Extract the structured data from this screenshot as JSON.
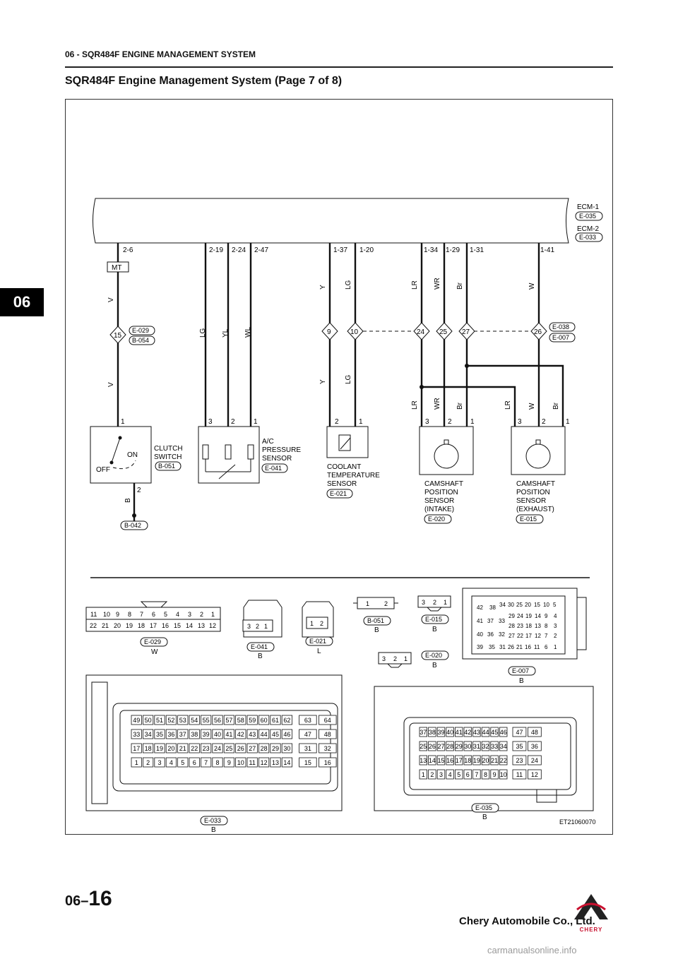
{
  "header": {
    "section": "06 - SQR484F ENGINE MANAGEMENT SYSTEM",
    "title": "SQR484F Engine Management System (Page 7 of 8)"
  },
  "side_tab": "06",
  "ecm": {
    "ecm1": "ECM-1",
    "ecm1_code": "E-035",
    "ecm2": "ECM-2",
    "ecm2_code": "E-033"
  },
  "pins": [
    "2-6",
    "2-19",
    "2-24",
    "2-47",
    "1-37",
    "1-20",
    "1-34",
    "1-29",
    "1-31",
    "1-41"
  ],
  "wires": {
    "v": "V",
    "lg": "LG",
    "yl": "YL",
    "wl": "WL",
    "y": "Y",
    "lr": "LR",
    "wr": "WR",
    "br": "Br",
    "w": "W",
    "b": "B"
  },
  "mt": "MT",
  "connectors": {
    "c15": "15",
    "c9": "9",
    "c10": "10",
    "c24": "24",
    "c25": "25",
    "c27": "27",
    "c26": "26",
    "e029": "E-029",
    "b054": "B-054",
    "e038": "E-038",
    "e007": "E-007"
  },
  "components": {
    "clutch": {
      "l1": "CLUTCH",
      "l2": "SWITCH",
      "code": "B-051",
      "on": "ON",
      "off": "OFF"
    },
    "ac": {
      "l1": "A/C",
      "l2": "PRESSURE",
      "l3": "SENSOR",
      "code": "E-041"
    },
    "coolant": {
      "l1": "COOLANT",
      "l2": "TEMPERATURE",
      "l3": "SENSOR",
      "code": "E-021"
    },
    "cam_in": {
      "l1": "CAMSHAFT",
      "l2": "POSITION",
      "l3": "SENSOR",
      "l4": "(INTAKE)",
      "code": "E-020"
    },
    "cam_ex": {
      "l1": "CAMSHAFT",
      "l2": "POSITION",
      "l3": "SENSOR",
      "l4": "(EXHAUST)",
      "code": "E-015"
    },
    "ground": "B-042"
  },
  "pin_nums": {
    "p1": "1",
    "p2": "2",
    "p3": "3"
  },
  "views": {
    "e029": {
      "code": "E-029",
      "color": "W",
      "top": [
        "11",
        "10",
        "9",
        "8",
        "7",
        "6",
        "5",
        "4",
        "3",
        "2",
        "1"
      ],
      "bottom": [
        "22",
        "21",
        "20",
        "19",
        "18",
        "17",
        "16",
        "15",
        "14",
        "13",
        "12"
      ]
    },
    "e041": {
      "code": "E-041",
      "color": "B",
      "pins": [
        "3",
        "2",
        "1"
      ]
    },
    "e021": {
      "code": "E-021",
      "color": "L",
      "pins": [
        "1",
        "2"
      ]
    },
    "b051": {
      "code": "B-051",
      "color": "B",
      "pins": [
        "1",
        "2"
      ]
    },
    "e015": {
      "code": "E-015",
      "color": "B",
      "pins": [
        "3",
        "2",
        "1"
      ]
    },
    "e020": {
      "code": "E-020",
      "color": "B",
      "pins": [
        "3",
        "2",
        "1"
      ]
    },
    "e007": {
      "code": "E-007",
      "color": "B",
      "left": [
        [
          "42",
          "38"
        ],
        [
          "41",
          "37",
          "33"
        ],
        [
          "40",
          "36",
          "32"
        ],
        [
          "39",
          "35"
        ]
      ],
      "right": [
        [
          "34",
          "30",
          "25",
          "20",
          "15",
          "10",
          "5"
        ],
        [
          "29",
          "24",
          "19",
          "14",
          "9",
          "4"
        ],
        [
          "28",
          "23",
          "18",
          "13",
          "8",
          "3"
        ],
        [
          "27",
          "22",
          "17",
          "12",
          "7",
          "2"
        ],
        [
          "31",
          "26",
          "21",
          "16",
          "11",
          "6",
          "1"
        ]
      ]
    },
    "e033": {
      "code": "E-033",
      "color": "B",
      "rows": [
        [
          "49",
          "50",
          "51",
          "52",
          "53",
          "54",
          "55",
          "56",
          "57",
          "58",
          "59",
          "60",
          "61",
          "62",
          "63",
          "64"
        ],
        [
          "33",
          "34",
          "35",
          "36",
          "37",
          "38",
          "39",
          "40",
          "41",
          "42",
          "43",
          "44",
          "45",
          "46",
          "47",
          "48"
        ],
        [
          "17",
          "18",
          "19",
          "20",
          "21",
          "22",
          "23",
          "24",
          "25",
          "26",
          "27",
          "28",
          "29",
          "30",
          "31",
          "32"
        ],
        [
          "1",
          "2",
          "3",
          "4",
          "5",
          "6",
          "7",
          "8",
          "9",
          "10",
          "11",
          "12",
          "13",
          "14",
          "15",
          "16"
        ]
      ]
    },
    "e035": {
      "code": "E-035",
      "color": "B",
      "rows": [
        [
          "37",
          "38",
          "39",
          "40",
          "41",
          "42",
          "43",
          "44",
          "45",
          "46",
          "47",
          "48"
        ],
        [
          "25",
          "26",
          "27",
          "28",
          "29",
          "30",
          "31",
          "32",
          "33",
          "34",
          "35",
          "36"
        ],
        [
          "13",
          "14",
          "15",
          "16",
          "17",
          "18",
          "19",
          "20",
          "21",
          "22",
          "23",
          "24"
        ],
        [
          "1",
          "2",
          "3",
          "4",
          "5",
          "6",
          "7",
          "8",
          "9",
          "10",
          "11",
          "12"
        ]
      ]
    }
  },
  "figure_id": "ET21060070",
  "footer": {
    "page_prefix": "06–",
    "page_num": "16",
    "company": "Chery Automobile Co., Ltd.",
    "logo_text": "CHERY",
    "watermark": "carmanualsonline.info"
  }
}
